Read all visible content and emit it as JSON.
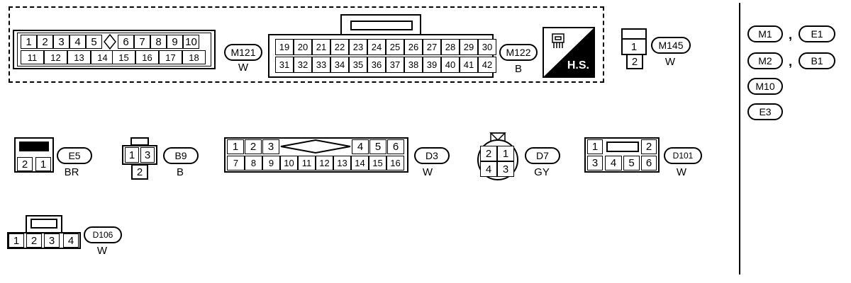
{
  "connectors": {
    "m121": {
      "id": "M121",
      "color": "W",
      "pins_top": [
        "1",
        "2",
        "3",
        "4",
        "5",
        "6",
        "7",
        "8",
        "9",
        "10"
      ],
      "pins_bottom": [
        "11",
        "12",
        "13",
        "14",
        "15",
        "16",
        "17",
        "18"
      ]
    },
    "m122": {
      "id": "M122",
      "color": "B",
      "pins_top": [
        "19",
        "20",
        "21",
        "22",
        "23",
        "24",
        "25",
        "26",
        "27",
        "28",
        "29",
        "30"
      ],
      "pins_bottom": [
        "31",
        "32",
        "33",
        "34",
        "35",
        "36",
        "37",
        "38",
        "39",
        "40",
        "41",
        "42"
      ]
    },
    "hs": {
      "label": "H.S."
    },
    "m145": {
      "id": "M145",
      "color": "W",
      "pins": [
        "1",
        "2"
      ]
    },
    "e5": {
      "id": "E5",
      "color": "BR",
      "pins": [
        "2",
        "1"
      ]
    },
    "b9": {
      "id": "B9",
      "color": "B",
      "pins": [
        "1",
        "3",
        "2"
      ]
    },
    "d3": {
      "id": "D3",
      "color": "W",
      "pins_top": [
        "1",
        "2",
        "3",
        "4",
        "5",
        "6"
      ],
      "pins_bottom": [
        "7",
        "8",
        "9",
        "10",
        "11",
        "12",
        "13",
        "14",
        "15",
        "16"
      ]
    },
    "d7": {
      "id": "D7",
      "color": "GY",
      "pins": [
        "2",
        "1",
        "4",
        "3"
      ]
    },
    "d101": {
      "id": "D101",
      "color": "W",
      "pins": [
        "1",
        "2",
        "3",
        "4",
        "5",
        "6"
      ]
    },
    "d106": {
      "id": "D106",
      "color": "W",
      "pins": [
        "1",
        "2",
        "3",
        "4"
      ]
    }
  },
  "legend": {
    "items": [
      "M1",
      "E1",
      "M2",
      "B1",
      "M10",
      "E3"
    ],
    "separator": ","
  }
}
